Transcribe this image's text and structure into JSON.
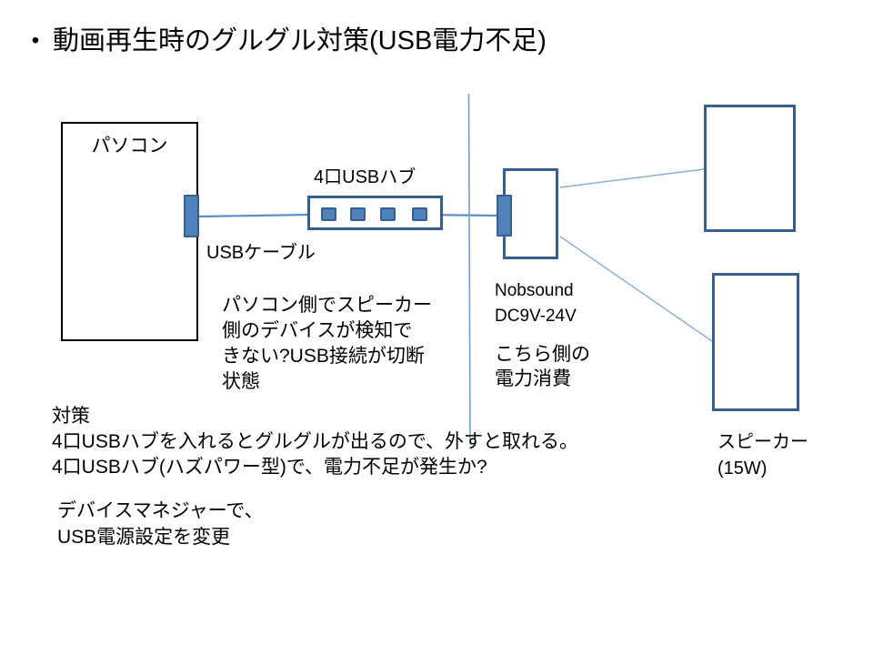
{
  "slide": {
    "title_bullet": "•",
    "title": "動画再生時のグルグル対策(USB電力不足)"
  },
  "pc": {
    "label": "パソコン"
  },
  "usb_cable": {
    "label": "USBケーブル"
  },
  "hub": {
    "label": "4口USBハブ",
    "port_count": 4
  },
  "detect_issue": {
    "lines": [
      "パソコン側でスピーカー",
      "側のデバイスが検知で",
      "きない?USB接続が切断",
      "状態"
    ]
  },
  "amp": {
    "name": "Nobsound",
    "voltage": "DC9V-24V",
    "power_note_line1": "こちら側の",
    "power_note_line2": "電力消費"
  },
  "speaker": {
    "label": "スピーカー",
    "wattage": "(15W)"
  },
  "countermeasure": {
    "heading": "対策",
    "line1": "4口USBハブを入れるとグルグルが出るので、外すと取れる。",
    "line2": "4口USBハブ(ハズパワー型)で、電力不足が発生か?"
  },
  "device_manager": {
    "line1": "デバイスマネジャーで、",
    "line2": "USB電源設定を変更"
  },
  "colors": {
    "accent_blue": "#4f81bd",
    "border_blue": "#36608f",
    "cable_blue": "#5b8ec9",
    "thin_line_blue": "#85abd6",
    "text_black": "#000000"
  }
}
